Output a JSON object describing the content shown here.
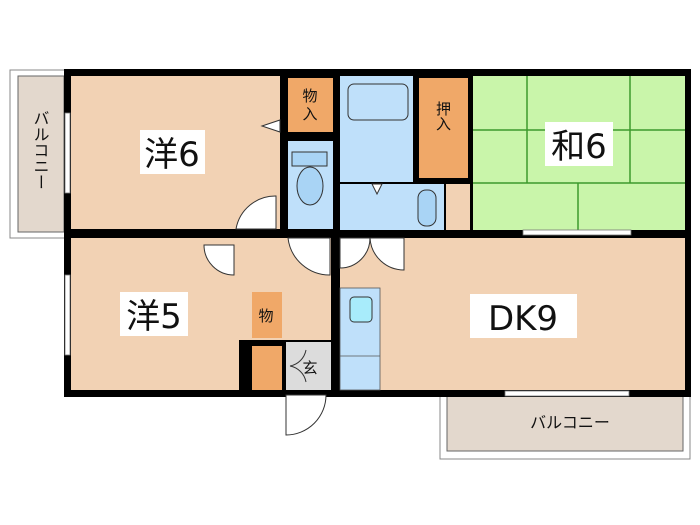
{
  "rooms": {
    "western6": "洋6",
    "japanese6": "和6",
    "western5": "洋5",
    "dk9": "DK9"
  },
  "storage": {
    "closet_top": "物入",
    "oshiire": "押入",
    "closet_small": "物",
    "entrance": "玄"
  },
  "balconies": {
    "left": "バルコニー",
    "bottom": "バルコニー"
  },
  "colors": {
    "room": "#f2d2b4",
    "closet": "#f0a868",
    "wet": "#bfe0fa",
    "tatami": "#c9f5aa",
    "tatami_line": "#3c9a2c",
    "balcony": "#e3d8cd",
    "entrance": "#dcdcdc",
    "wall": "#000000"
  }
}
